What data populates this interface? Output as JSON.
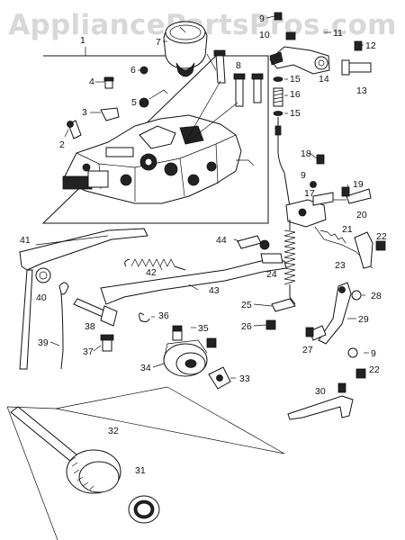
{
  "watermark": "AppliancePartsPros.com",
  "part_numbers": [
    "1",
    "2",
    "3",
    "4",
    "5",
    "6",
    "7",
    "8",
    "9",
    "10",
    "11",
    "12",
    "13",
    "14",
    "15",
    "16",
    "15",
    "18",
    "9",
    "19",
    "17",
    "20",
    "21",
    "22",
    "23",
    "24",
    "44",
    "41",
    "42",
    "43",
    "40",
    "25",
    "26",
    "28",
    "29",
    "38",
    "36",
    "35",
    "27",
    "9",
    "22",
    "39",
    "37",
    "34",
    "33",
    "30",
    "32",
    "31"
  ]
}
